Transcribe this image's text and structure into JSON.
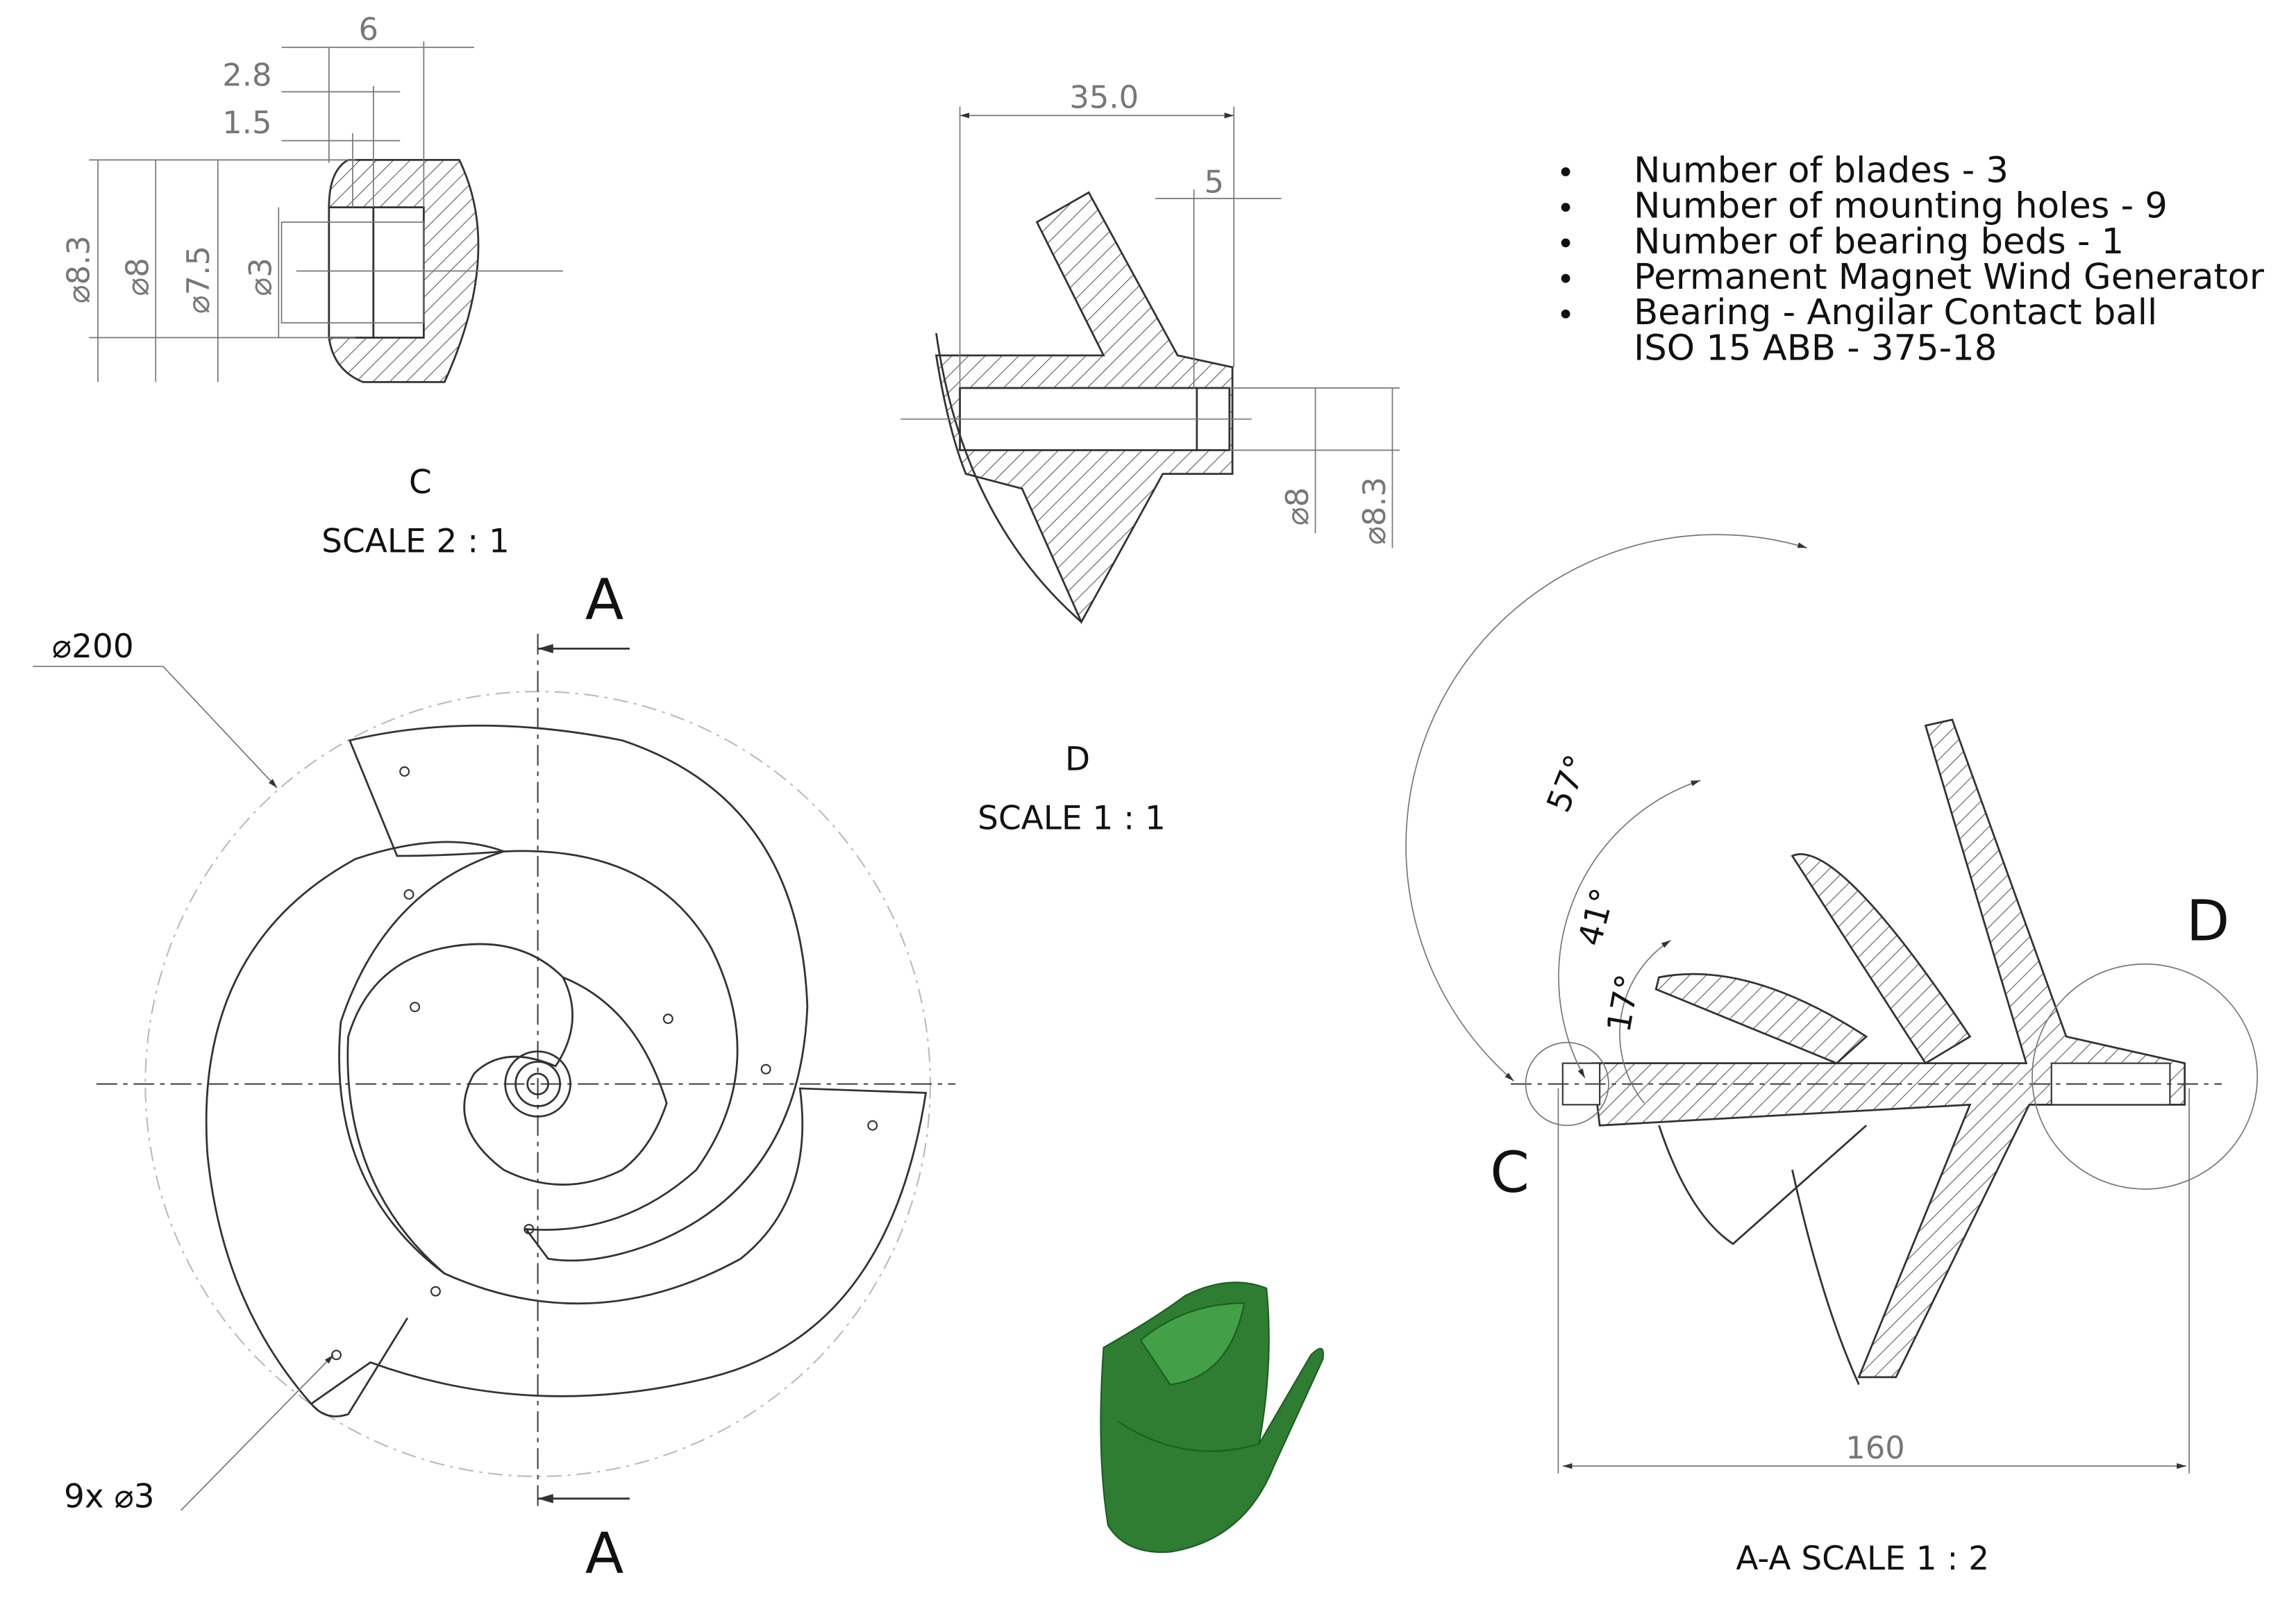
{
  "notes": [
    "Number of blades - 3",
    "Number of mounting holes - 9",
    "Number of bearing beds - 1",
    "Permanent Magnet Wind Generator",
    "Bearing - Angilar Contact ball"
  ],
  "notes_extra": "ISO 15 ABB - 375-18",
  "detail_c": {
    "label": "C",
    "scale": "SCALE 2 : 1",
    "dims": {
      "d6": "6",
      "d28": "2.8",
      "d15": "1.5",
      "dia83": "⌀8.3",
      "dia8": "⌀8",
      "dia75": "⌀7.5",
      "dia3": "⌀3"
    }
  },
  "detail_d": {
    "label": "D",
    "scale": "SCALE 1 : 1",
    "dims": {
      "d35": "35.0",
      "d5": "5",
      "dia8": "⌀8",
      "dia83": "⌀8.3"
    }
  },
  "front_view": {
    "section_mark_top": "A",
    "section_mark_bottom": "A",
    "dia200": "⌀200",
    "holes": "9x ⌀3"
  },
  "section_aa": {
    "title": "A-A SCALE 1 : 2",
    "detail_c_mark": "C",
    "detail_d_mark": "D",
    "angle57": "57°",
    "angle41": "41°",
    "angle17": "17°",
    "length160": "160"
  },
  "colors": {
    "model_green": "#2e7d32",
    "line": "#333333"
  }
}
